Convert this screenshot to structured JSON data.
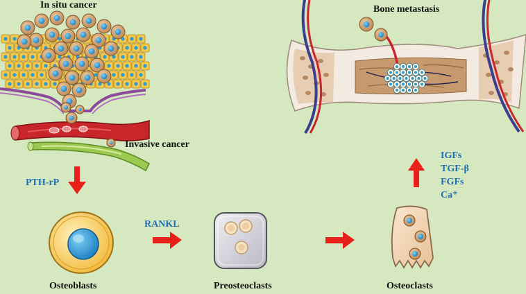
{
  "labels": {
    "in_situ_cancer": "In situ cancer",
    "invasive_cancer": "Invasive cancer",
    "bone_metastasis": "Bone metastasis",
    "pth_rp": "PTH-rP",
    "rankl": "RANKL",
    "osteoblasts": "Osteoblasts",
    "preosteoclasts": "Preosteoclasts",
    "osteoclasts": "Osteoclasts"
  },
  "factors": [
    "IGFs",
    "TGF-β",
    "FGFs",
    "Ca⁺"
  ],
  "colors": {
    "background": "#d5e8c0",
    "arrow": "#e8201a",
    "factor_text": "#1f6fb5",
    "tumor_cell": "#d9a875",
    "nucleus": "#2a9bd6",
    "epithelial_cell": "#f2c94c",
    "vessel_red": "#c8262a",
    "vessel_green": "#8cbf3f",
    "bone_shell": "#f3ebe2",
    "bone_marrow": "#c79a6e"
  }
}
